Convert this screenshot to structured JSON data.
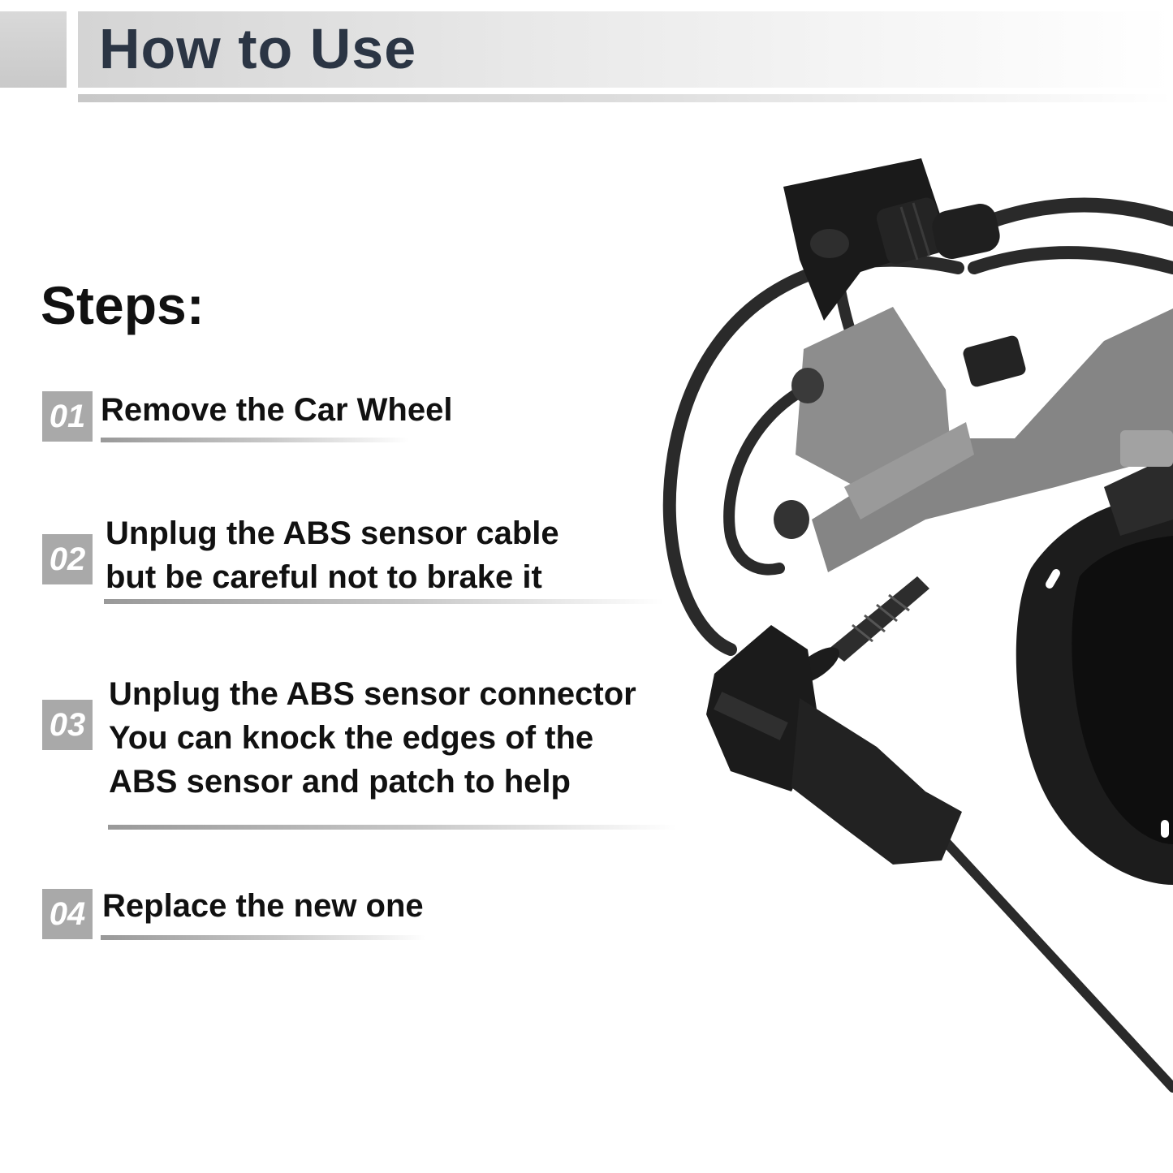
{
  "header": {
    "title": "How to Use"
  },
  "steps_heading": "Steps:",
  "steps": [
    {
      "number": "01",
      "lines": [
        "Remove the Car Wheel"
      ]
    },
    {
      "number": "02",
      "lines": [
        "Unplug the ABS sensor cable",
        "but be careful not to brake it"
      ]
    },
    {
      "number": "03",
      "lines": [
        "Unplug the ABS sensor connector",
        "You can knock the edges of the",
        "ABS sensor and patch to help"
      ]
    },
    {
      "number": "04",
      "lines": [
        "Replace the new one"
      ]
    }
  ],
  "colors": {
    "title_text": "#2b3544",
    "step_badge": "#a9a9a9",
    "body_text": "#111111",
    "connector_grey": "#8f8f8f",
    "cable_black": "#2a2a2a"
  }
}
